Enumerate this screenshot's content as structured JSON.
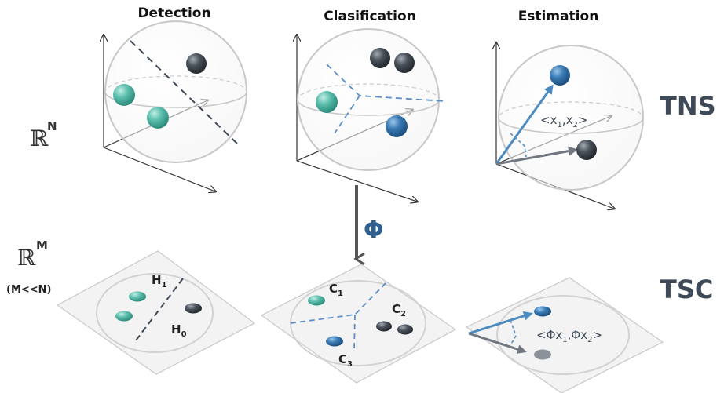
{
  "headers": {
    "detection": "Detection",
    "classification": "Clasification",
    "estimation": "Estimation"
  },
  "space_labels": {
    "high_dim": {
      "symbol": "ℝ",
      "superscript": "N"
    },
    "low_dim": {
      "symbol": "ℝ",
      "superscript": "M"
    },
    "condition": "(M<<N)"
  },
  "transform": {
    "symbol": "Φ"
  },
  "side_labels": {
    "top": "TNS",
    "bottom": "TSC"
  },
  "hypotheses": {
    "h1": {
      "base": "H",
      "sub": "1"
    },
    "h0": {
      "base": "H",
      "sub": "0"
    }
  },
  "classes": {
    "c1": {
      "base": "C",
      "sub": "1"
    },
    "c2": {
      "base": "C",
      "sub": "2"
    },
    "c3": {
      "base": "C",
      "sub": "3"
    }
  },
  "inner_product_top": {
    "open": "<",
    "x": "x",
    "s1": "1",
    "comma": ",",
    "s2": "2",
    "close": ">"
  },
  "inner_product_bottom": {
    "open": "<",
    "phi": "Φx",
    "s1": "1",
    "comma": ",",
    "s2": "2",
    "close": ">"
  },
  "colors": {
    "teal": "#4db3a2",
    "blue": "#2f6fa8",
    "dark": "#3f4750",
    "sphere_line": "#c8c8c8",
    "plane_fill": "#f3f3f3",
    "plane_edge": "#c9c9c9",
    "axis": "#333333",
    "dash_blue": "#5c8fc7",
    "arrow_blue": "#4b8bc0",
    "arrow_gray": "#707780",
    "label_dark": "#3e4a57"
  }
}
